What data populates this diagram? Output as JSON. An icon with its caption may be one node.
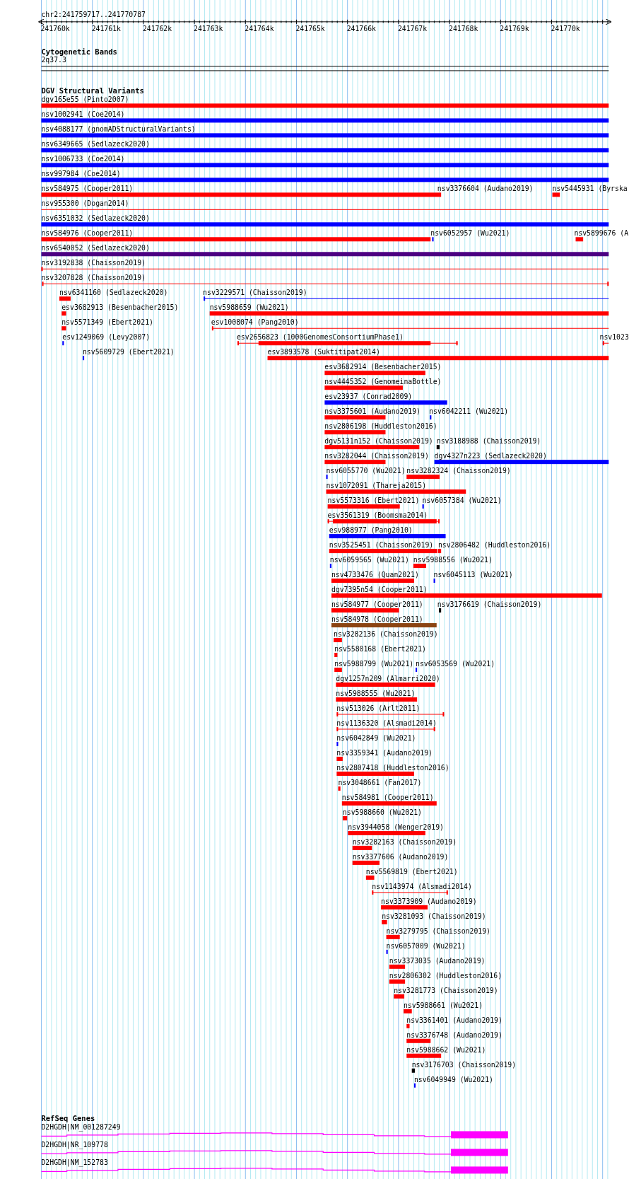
{
  "diagram": {
    "labels": [
      "chr2:241759717..241770787",
      "241760k",
      "241761k",
      "241762k",
      "241763k",
      "241764k",
      "241765k",
      "241766k",
      "241767k",
      "241768k",
      "241769k",
      "241770k",
      "Cytogenetic Bands",
      "2q37.3",
      "DGV Structural Variants",
      "dgv165e55 (Pinto2007)",
      "nsv1002941 (Coe2014)",
      "nsv4088177 (gnomADStructuralVariants)",
      "nsv6349665 (Sedlazeck2020)",
      "nsv1006733 (Coe2014)",
      "nsv997984 (Coe2014)",
      "nsv584975 (Cooper2011)",
      "nsv3376604 (Audano2019)",
      "nsv5445931 (Byrska",
      "nsv955300 (Dogan2014)",
      "nsv6351032 (Sedlazeck2020)",
      "nsv584976 (Cooper2011)",
      "nsv6052957 (Wu2021)",
      "nsv5899676 (A",
      "nsv6540052 (Sedlazeck2020)",
      "nsv3192838 (Chaisson2019)",
      "nsv3207828 (Chaisson2019)",
      "nsv6341160 (Sedlazeck2020)",
      "nsv3229571 (Chaisson2019)",
      "esv3682913 (Besenbacher2015)",
      "nsv5988659 (Wu2021)",
      "nsv5571349 (Ebert2021)",
      "esv1008074 (Pang2010)",
      "esv1249069 (Levy2007)",
      "esv2656823 (1000GenomesConsortiumPhase1)",
      "nsv1023",
      "nsv5609729 (Ebert2021)",
      "esv3893578 (Suktitipat2014)",
      "esv3682914 (Besenbacher2015)",
      "nsv4445352 (GenomeinaBottle)",
      "esv23937 (Conrad2009)",
      "nsv3375601 (Audano2019)",
      "nsv6042211 (Wu2021)",
      "nsv2806198 (Huddleston2016)",
      "dgv5131n152 (Chaisson2019)",
      "nsv3188988 (Chaisson2019)",
      "nsv3282044 (Chaisson2019)",
      "dgv4327n223 (Sedlazeck2020)",
      "nsv6055770 (Wu2021)",
      "nsv3282324 (Chaisson2019)",
      "nsv1072091 (Thareja2015)",
      "nsv5573316 (Ebert2021)",
      "nsv6057384 (Wu2021)",
      "esv3561319 (Boomsma2014)",
      "esv988977 (Pang2010)",
      "nsv3525451 (Chaisson2019)",
      "nsv2806482 (Huddleston2016)",
      "nsv6059565 (Wu2021)",
      "nsv5988556 (Wu2021)",
      "nsv4733476 (Quan2021)",
      "nsv6045113 (Wu2021)",
      "dgv7395n54 (Cooper2011)",
      "nsv584977 (Cooper2011)",
      "nsv3176619 (Chaisson2019)",
      "nsv584978 (Cooper2011)",
      "nsv3282136 (Chaisson2019)",
      "nsv5580168 (Ebert2021)",
      "nsv5988799 (Wu2021)",
      "nsv6053569 (Wu2021)",
      "dgv1257n209 (Almarri2020)",
      "nsv5988555 (Wu2021)",
      "nsv513026 (Arlt2011)",
      "nsv1136320 (Alsmadi2014)",
      "nsv6042849 (Wu2021)",
      "nsv3359341 (Audano2019)",
      "nsv2807418 (Huddleston2016)",
      "nsv3048661 (Fan2017)",
      "nsv584981 (Cooper2011)",
      "nsv5988660 (Wu2021)",
      "nsv3944058 (Wenger2019)",
      "nsv3282163 (Chaisson2019)",
      "nsv3377606 (Audano2019)",
      "nsv5569819 (Ebert2021)",
      "nsv1143974 (Alsmadi2014)",
      "nsv3373909 (Audano2019)",
      "nsv3281093 (Chaisson2019)",
      "nsv3279795 (Chaisson2019)",
      "nsv6057009 (Wu2021)",
      "nsv3373035 (Audano2019)",
      "nsv2806302 (Huddleston2016)",
      "nsv3281773 (Chaisson2019)",
      "nsv5988661 (Wu2021)",
      "nsv3361401 (Audano2019)",
      "nsv3376748 (Audano2019)",
      "nsv5988662 (Wu2021)",
      "nsv3176703 (Chaisson2019)",
      "nsv6049949 (Wu2021)",
      "RefSeq Genes",
      "D2HGDH|NM_001287249",
      "D2HGDH|NR_109778",
      "D2HGDH|NM_152783"
    ]
  }
}
